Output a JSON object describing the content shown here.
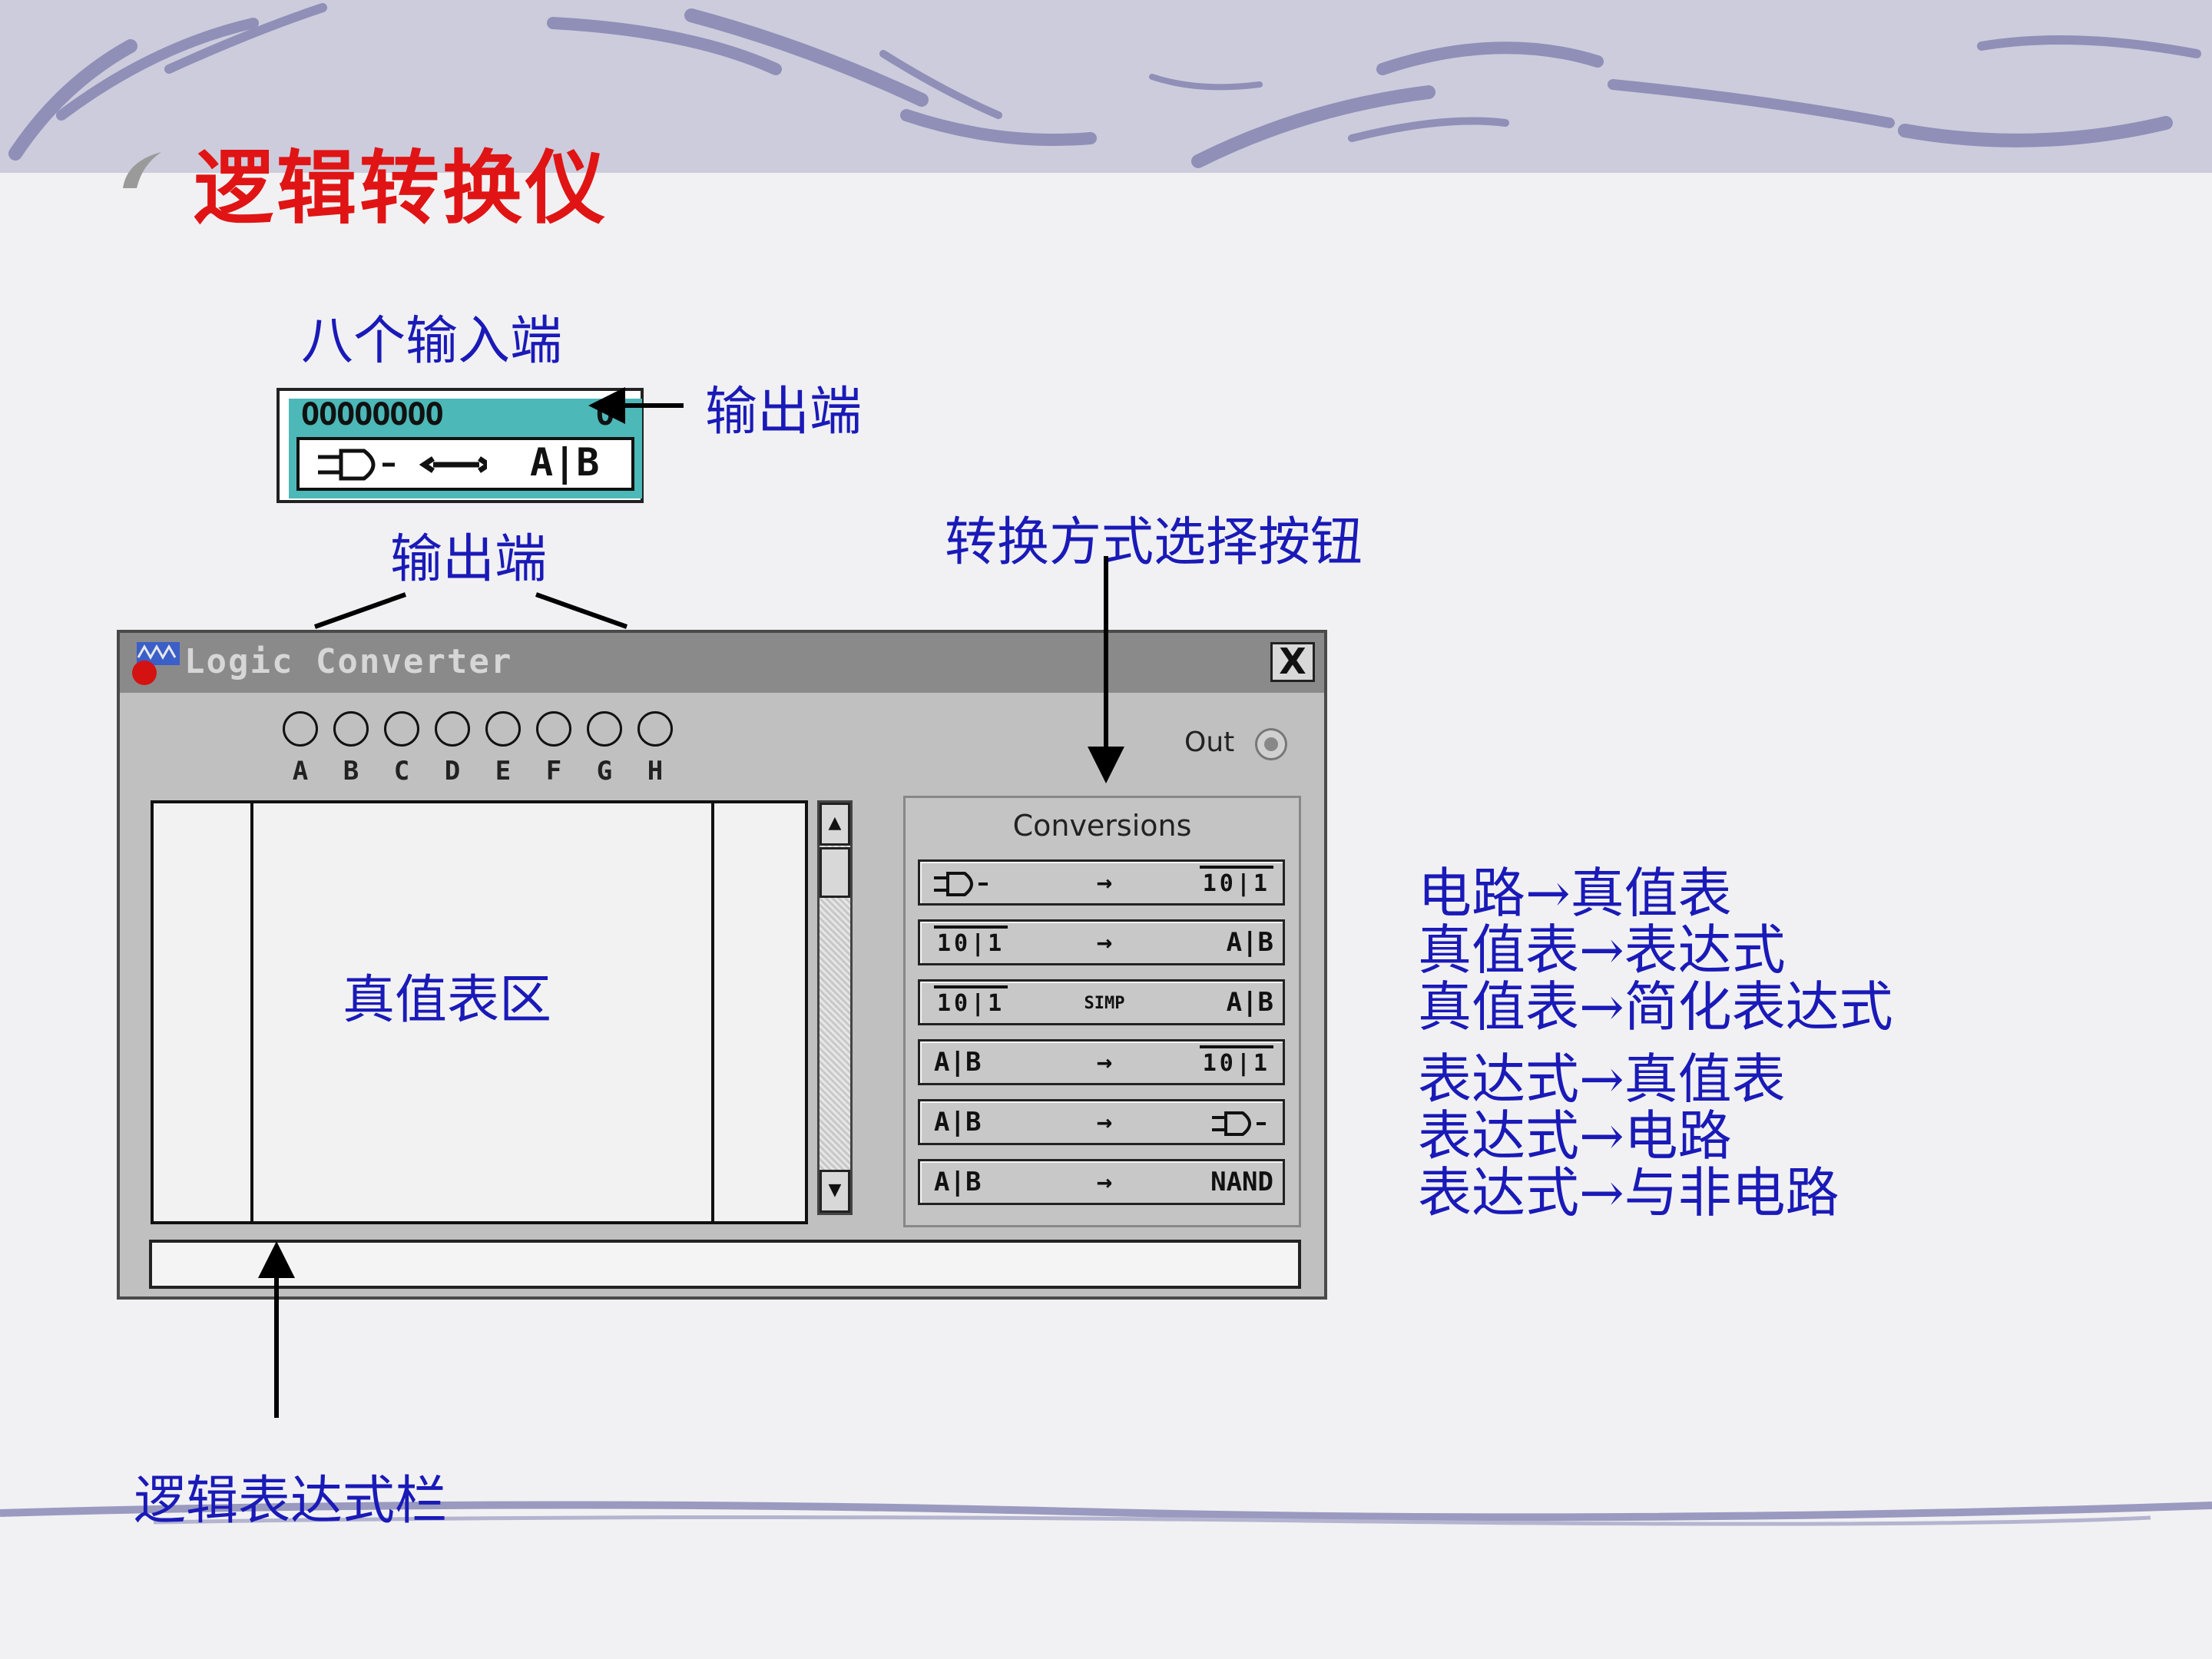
{
  "slide": {
    "title": "逻辑转换仪",
    "bullet_icon": "feather-bullet-icon"
  },
  "annotations": {
    "eight_inputs": "八个输入端",
    "output_top": "输出端",
    "output_mid": "输出端",
    "conversion_buttons": "转换方式选择按钮",
    "truth_table_area": "真值表区",
    "expression_bar": "逻辑表达式栏"
  },
  "icon": {
    "inputs_text": "OOOOOOOO",
    "output_text": "O",
    "expr_text": "A|B"
  },
  "window": {
    "title": "Logic Converter",
    "close_label": "X",
    "out_label": "Out",
    "input_labels": [
      "A",
      "B",
      "C",
      "D",
      "E",
      "F",
      "G",
      "H"
    ],
    "scroll_up": "▲",
    "scroll_down": "▼"
  },
  "conversions": {
    "title": "Conversions",
    "buttons": [
      {
        "from": "gate-icon",
        "mid": "→",
        "to": "10|1"
      },
      {
        "from": "10|1",
        "mid": "→",
        "to": "A|B"
      },
      {
        "from": "10|1",
        "mid": "SIMP",
        "to": "A|B"
      },
      {
        "from": "A|B",
        "mid": "→",
        "to": "10|1"
      },
      {
        "from": "A|B",
        "mid": "→",
        "to": "gate-icon"
      },
      {
        "from": "A|B",
        "mid": "→",
        "to": "NAND"
      }
    ]
  },
  "side_list": [
    "电路→真值表",
    "真值表→表达式",
    "真值表→简化表达式",
    "表达式→真值表",
    "表达式→电路",
    "表达式→与非电路"
  ],
  "colors": {
    "title": "#e01414",
    "annotation": "#1a1ab8",
    "teal": "#4cb8b8",
    "window_gray": "#c0c0c0"
  }
}
